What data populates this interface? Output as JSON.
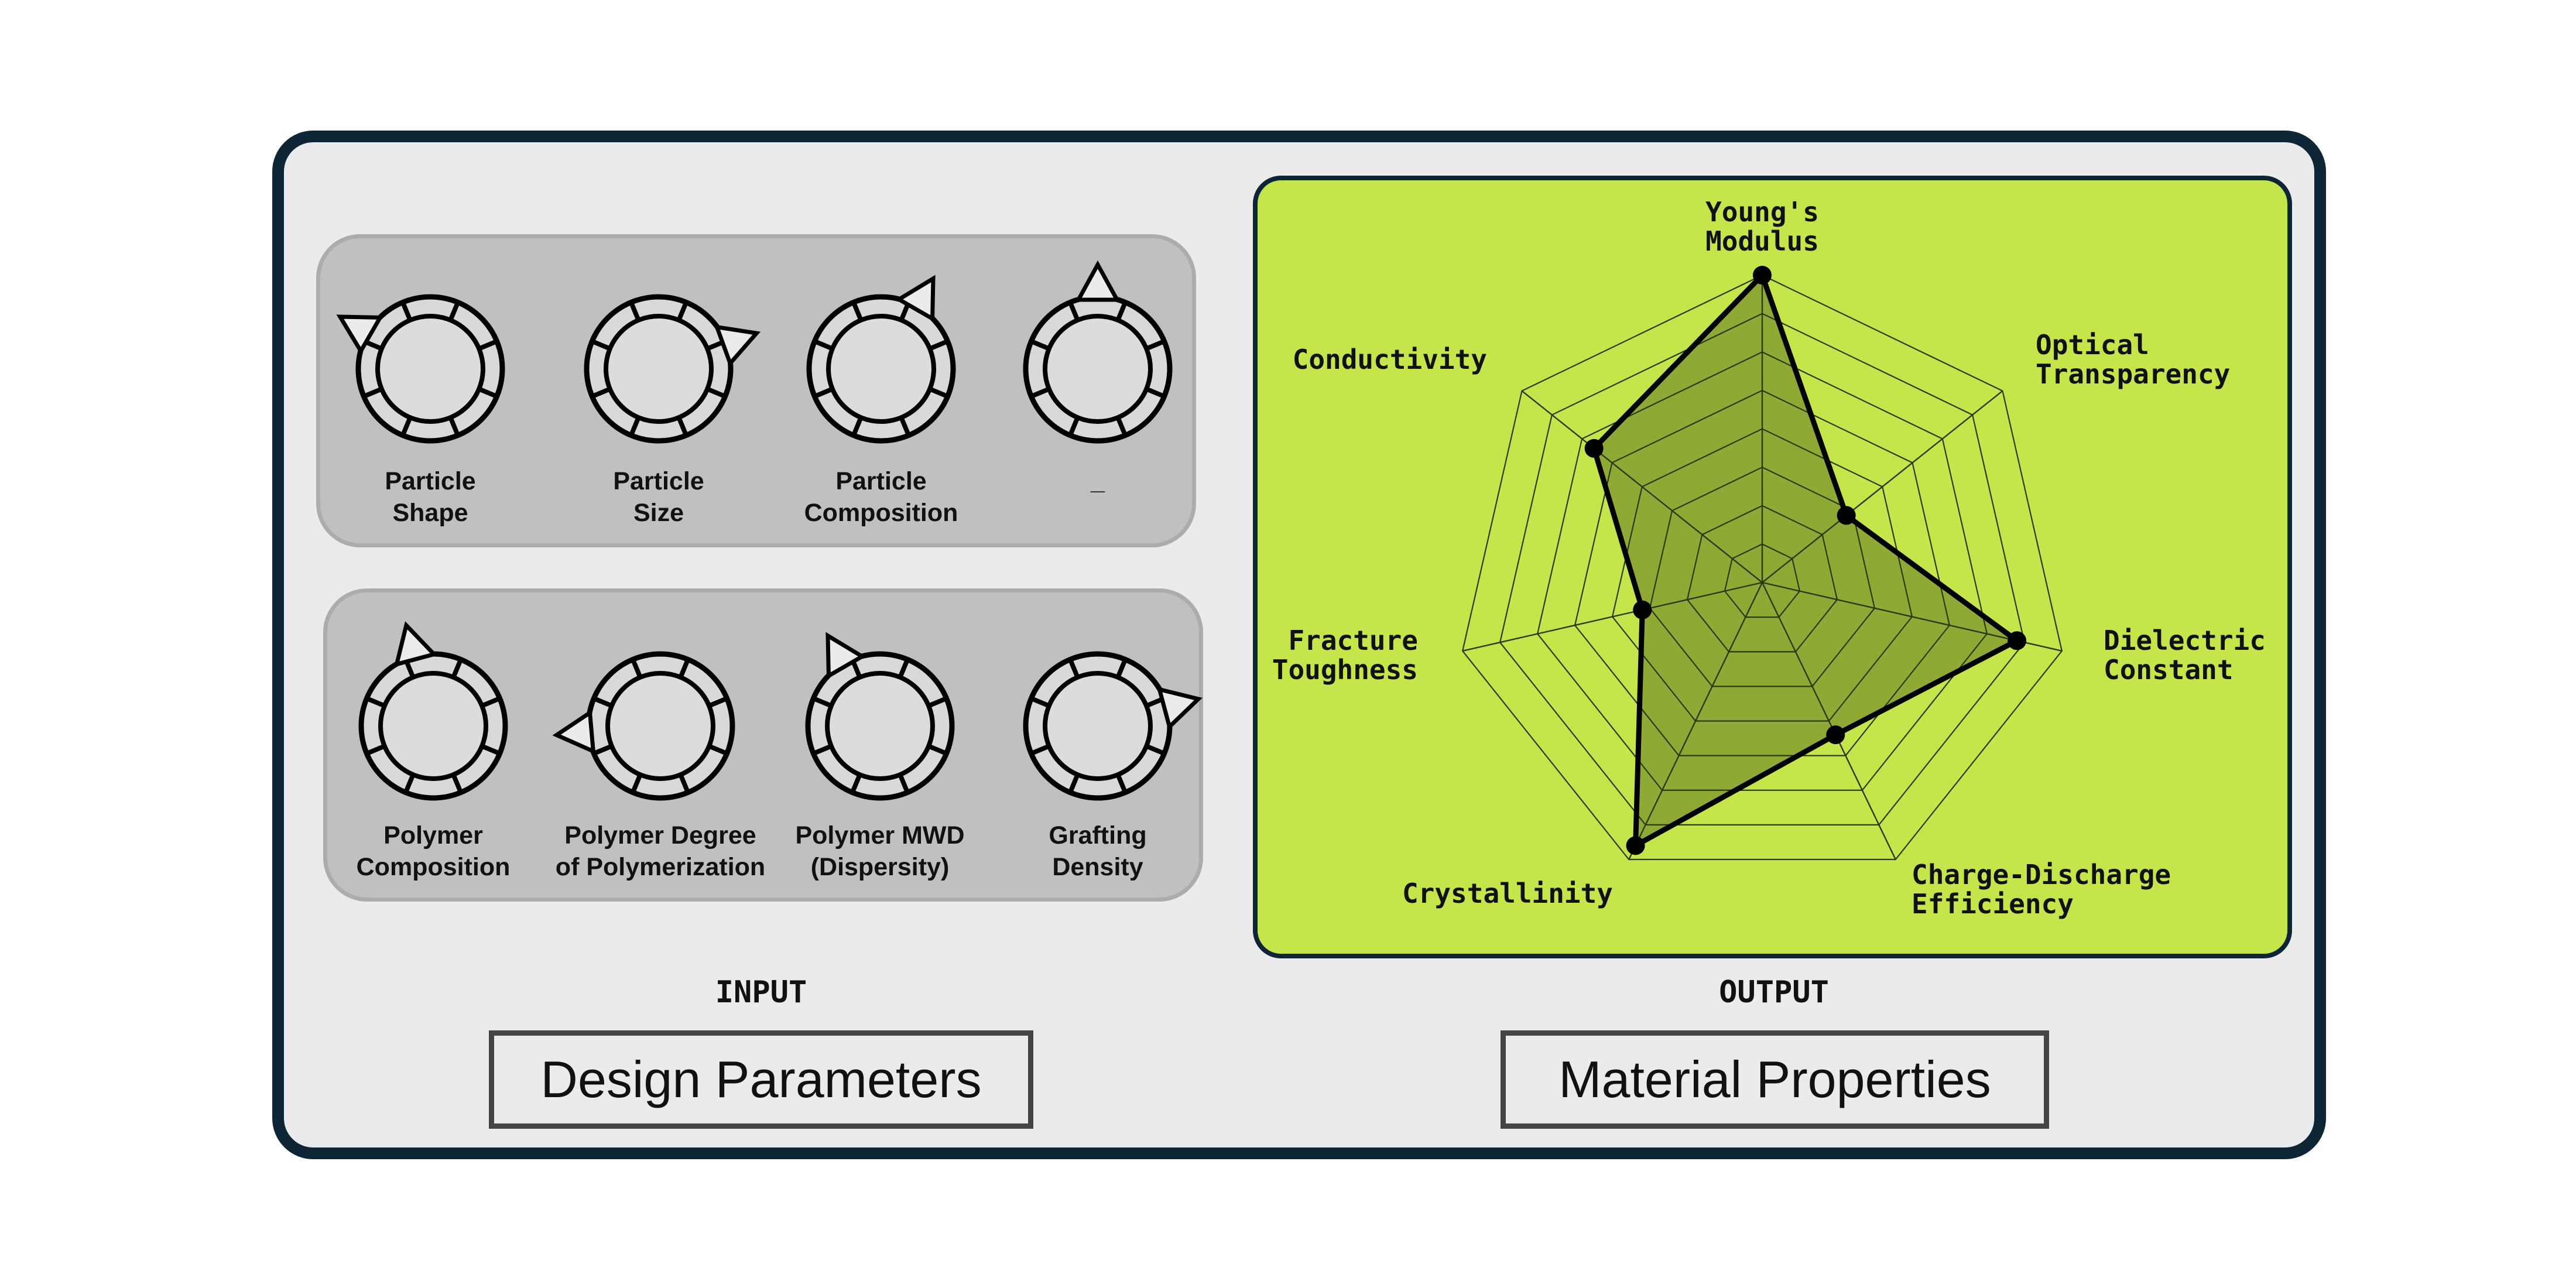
{
  "input": {
    "caption": "INPUT",
    "title": "Design Parameters",
    "rows": [
      {
        "knobs": [
          {
            "label": "Particle\nShape",
            "pointer_angle": -60
          },
          {
            "label": "Particle\nSize",
            "pointer_angle": 70
          },
          {
            "label": "Particle\nComposition",
            "pointer_angle": 30
          },
          {
            "label": "_",
            "pointer_angle": 0
          }
        ]
      },
      {
        "knobs": [
          {
            "label": "Polymer\nComposition",
            "pointer_angle": -15
          },
          {
            "label": "Polymer Degree\nof Polymerization",
            "pointer_angle": -95
          },
          {
            "label": "Polymer MWD\n(Dispersity)",
            "pointer_angle": -30
          },
          {
            "label": "Grafting\nDensity",
            "pointer_angle": 75
          }
        ]
      }
    ]
  },
  "output": {
    "caption": "OUTPUT",
    "title": "Material Properties",
    "chart_data": {
      "type": "radar",
      "axes": [
        "Young's\nModulus",
        "Optical\nTransparency",
        "Dielectric\nConstant",
        "Charge-Discharge\nEfficiency",
        "Crystallinity",
        "Fracture\nToughness",
        "Conductivity"
      ],
      "rings": 8,
      "max": 1.0,
      "values": [
        1.0,
        0.35,
        0.85,
        0.55,
        0.95,
        0.4,
        0.7
      ],
      "colors": {
        "background": "#c5e64b",
        "fill": "#8eaa34",
        "grid": "#2a3a10",
        "line": "#000000"
      }
    }
  }
}
